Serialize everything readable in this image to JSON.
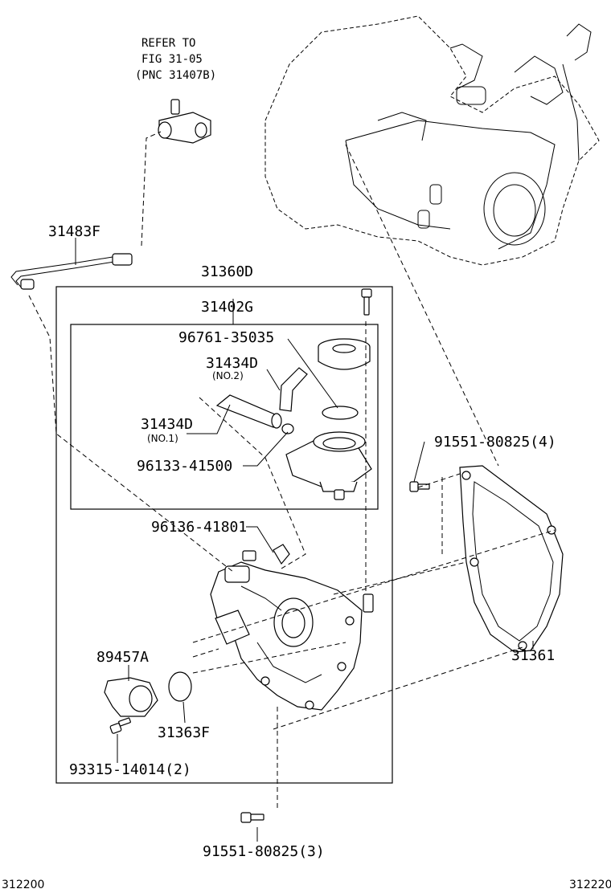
{
  "refer_note": [
    "REFER TO",
    "FIG 31-05",
    "(PNC 31407B)"
  ],
  "parts": {
    "p31483F": "31483F",
    "p31360D": "31360D",
    "p31402G": "31402G",
    "p96761": "96761-35035",
    "p31434D_no2": "31434D",
    "no2": "(NO.2)",
    "p31434D_no1": "31434D",
    "no1": "(NO.1)",
    "p96133": "96133-41500",
    "p91551_4": "91551-80825(4)",
    "p96136": "96136-41801",
    "p89457A": "89457A",
    "p31363F": "31363F",
    "p31361": "31361",
    "p93315": "93315-14014(2)",
    "p91551_3": "91551-80825(3)"
  },
  "figure_ids": {
    "left": "312200",
    "right": "312220"
  }
}
